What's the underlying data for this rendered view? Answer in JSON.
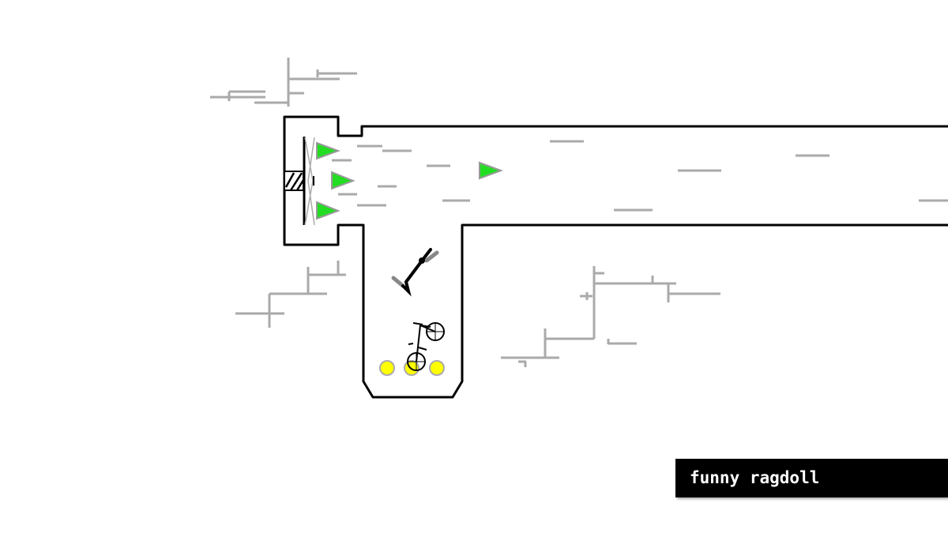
{
  "caption": {
    "text": "funny ragdoll"
  },
  "colors": {
    "track": "#000000",
    "scenery": "#aaaaaa",
    "boost": "#22dd22",
    "goal": "#ffff00",
    "background": "#ffffff"
  },
  "objects": {
    "boosts": 4,
    "goals": 3,
    "rider": "bmx-bike-with-ragdoll"
  }
}
